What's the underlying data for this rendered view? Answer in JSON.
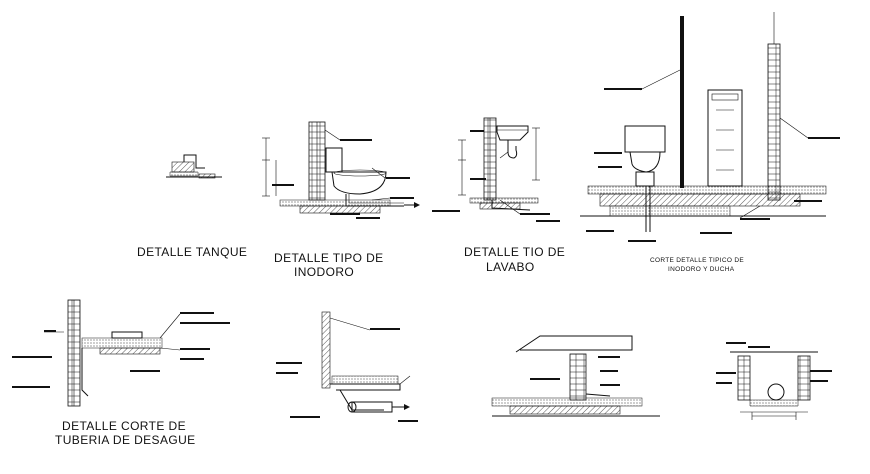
{
  "labels": {
    "tank": "DETALLE TANQUE",
    "toilet_line1": "DETALLE TIPO DE",
    "toilet_line2": "INODORO",
    "sink_line1": "DETALLE TIO DE",
    "sink_line2": "LAVABO",
    "section_line1": "CORTE DETALLE TIPICO DE",
    "section_line2": "INODORO Y DUCHA",
    "drain_line1": "DETALLE CORTE DE",
    "drain_line2": "TUBERIA DE DESAGUE"
  },
  "colors": {
    "ink": "#111111",
    "paper": "#ffffff"
  }
}
